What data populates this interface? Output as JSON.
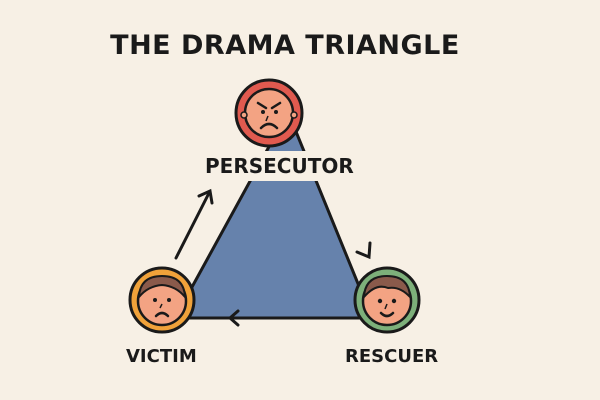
{
  "title": "THE DRAMA TRIANGLE",
  "roles": {
    "persecutor": {
      "label": "PERSECUTOR",
      "ring_color": "#e05a4f",
      "expression": "angry"
    },
    "victim": {
      "label": "VICTIM",
      "ring_color": "#f0a23a",
      "expression": "sad"
    },
    "rescuer": {
      "label": "RESCUER",
      "ring_color": "#7db07a",
      "expression": "smiling"
    }
  },
  "colors": {
    "background": "#f7f0e5",
    "triangle_fill": "#6682ac",
    "outline": "#1a1a1a",
    "skin": "#f3a383",
    "hair": "#8a5a4b"
  },
  "arrows": [
    {
      "from": "victim",
      "to": "persecutor",
      "side": "left"
    },
    {
      "from": "persecutor",
      "to": "rescuer",
      "side": "right"
    },
    {
      "from": "rescuer",
      "to": "victim",
      "side": "bottom"
    }
  ]
}
